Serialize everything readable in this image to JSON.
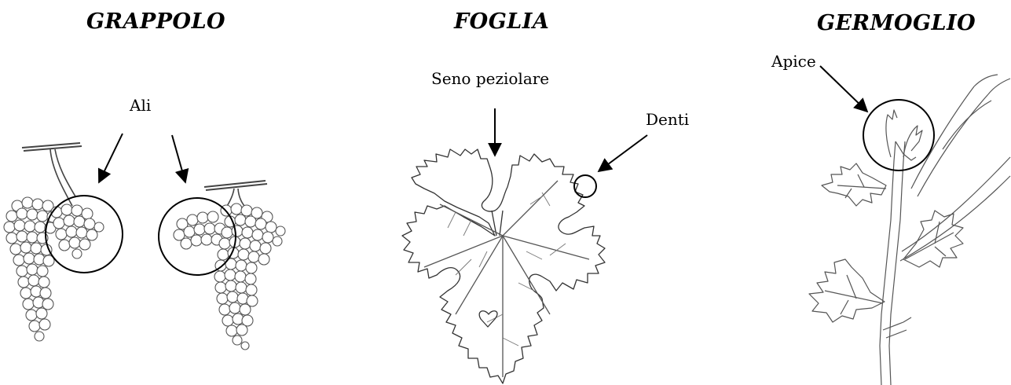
{
  "panels": {
    "grappolo": {
      "title": "GRAPPOLO",
      "label_ali": "Ali"
    },
    "foglia": {
      "title": "FOGLIA",
      "label_seno": "Seno peziolare",
      "label_denti": "Denti"
    },
    "germoglio": {
      "title": "GERMOGLIO",
      "label_apice": "Apice"
    }
  },
  "colors": {
    "ink": "#000000",
    "sketch": "#555555",
    "background": "#ffffff"
  }
}
